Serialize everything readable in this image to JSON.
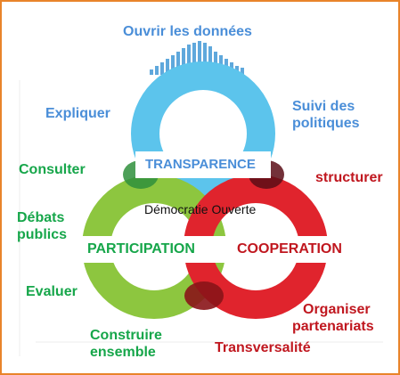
{
  "colors": {
    "blue": "#5cc4ec",
    "green": "#8dc63f",
    "red": "#e0242d",
    "blue_text": "#4a8ed8",
    "green_text": "#16a64a",
    "red_text": "#c0171f",
    "border": "#e9842a"
  },
  "center": {
    "title": "Démocratie Ouverte",
    "rings": {
      "transparence": "TRANSPARENCE",
      "participation": "PARTICIPATION",
      "cooperation": "COOPERATION"
    }
  },
  "labels": {
    "ouvrir": "Ouvrir les données",
    "expliquer": "Expliquer",
    "suivi_line1": "Suivi des",
    "suivi_line2": "politiques",
    "consulter": "Consulter",
    "structurer": "structurer",
    "debats_line1": "Débats",
    "debats_line2": "publics",
    "evaluer": "Evaluer",
    "construire_line1": "Construire",
    "construire_line2": "ensemble",
    "organiser_line1": "Organiser",
    "organiser_line2": "partenariats",
    "transversalite": "Transversalité"
  }
}
